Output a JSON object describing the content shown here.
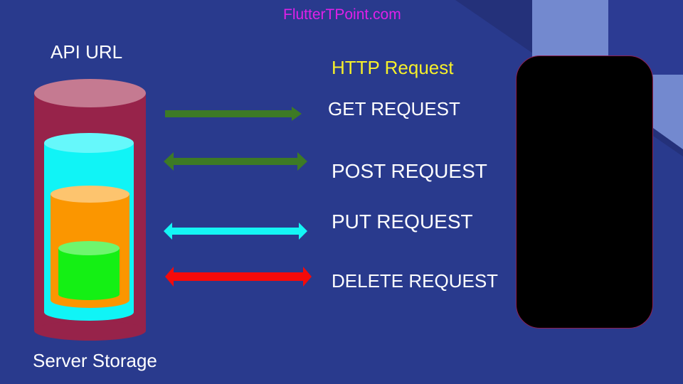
{
  "title": "FlutterTPoint.com",
  "api_url_label": "API URL",
  "http_request_title": "HTTP Request",
  "requests": [
    {
      "label": "GET REQUEST",
      "arrow_color": "#3d7a25",
      "direction": "right"
    },
    {
      "label": "POST REQUEST",
      "arrow_color": "#3d7a25",
      "direction": "both"
    },
    {
      "label": "PUT REQUEST",
      "arrow_color": "#14f5f5",
      "direction": "both"
    },
    {
      "label": "DELETE REQUEST",
      "arrow_color": "#f50a0a",
      "direction": "both"
    }
  ],
  "server_storage_label": "Server Storage",
  "colors": {
    "background": "#293a8d",
    "title": "#e020e8",
    "http_title": "#f6f02a",
    "text": "#ffffff",
    "outer_cylinder": "#97234a",
    "outer_cylinder_top": "#c57a91",
    "cyan_cylinder": "#10f4f6",
    "cyan_cylinder_top": "#66f8fb",
    "orange_cylinder": "#fb9600",
    "orange_cylinder_top": "#fdc46e",
    "green_cylinder": "#14f014",
    "green_cylinder_top": "#6ef66e",
    "phone": "#000000"
  },
  "icons": {
    "storage": "database-cylinder-icon",
    "client": "phone-device-icon"
  }
}
